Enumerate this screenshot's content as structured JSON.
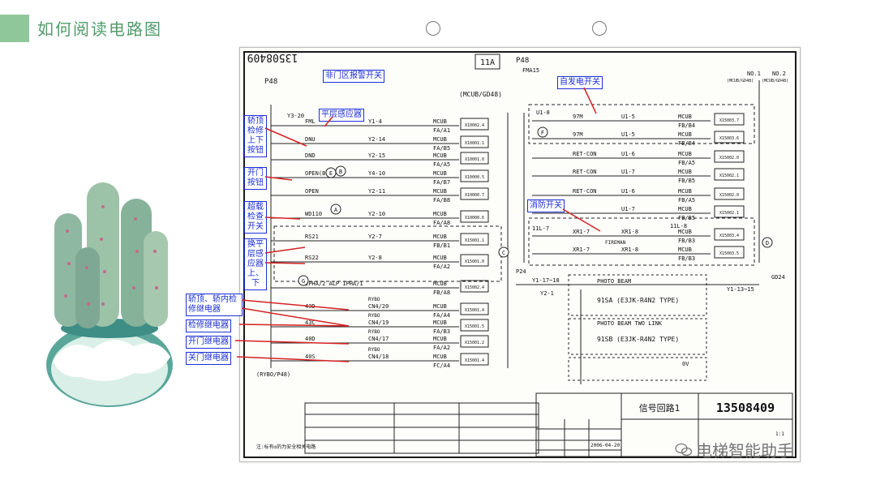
{
  "slide": {
    "title": "如何阅读电路图",
    "accent_color": "#8fc79a",
    "title_color": "#4f9c6a"
  },
  "drawing": {
    "drawing_number_rotated": "13508409",
    "page_tag": "11A",
    "power_left": "P48",
    "power_right_top": "P48",
    "fuse_label": "FMA15",
    "controller_left": "(MCUB/GD48)",
    "controller_right_top_1": "NO.1",
    "controller_right_top_2": "NO.2",
    "controller_right_sub_1": "(MCUB/GD48)",
    "controller_right_sub_2": "(MCUB/GD48)",
    "y_line": "Y3-20",
    "bottom_ref": "(RYBO/P48)",
    "p24": "P24",
    "gd24": "GD24",
    "left_rows": [
      {
        "contact": "FML",
        "wire": "Y1-4",
        "bus": "MCUB",
        "io": "FA/A1",
        "addr": "X10002.4"
      },
      {
        "contact": "DNU",
        "wire": "Y2-14",
        "bus": "MCUB",
        "io": "FA/B5",
        "addr": "X10001.1"
      },
      {
        "contact": "DND",
        "wire": "Y2-15",
        "bus": "MCUB",
        "io": "FA/A5",
        "addr": "X10001.0"
      },
      {
        "contact": "OPEN(B)",
        "wire": "Y4-10",
        "bus": "MCUB",
        "io": "FA/B7",
        "addr": "X10000.5"
      },
      {
        "contact": "OPEN",
        "wire": "Y2-11",
        "bus": "MCUB",
        "io": "FA/B8",
        "addr": "X10000.7"
      },
      {
        "contact": "WD110",
        "wire": "Y2-10",
        "bus": "MCUB",
        "io": "FA/A8",
        "addr": "X10000.6"
      },
      {
        "contact": "RS21",
        "wire": "Y2-7",
        "bus": "MCUB",
        "io": "FB/B1",
        "addr": "X15001.1"
      },
      {
        "contact": "RS22",
        "wire": "Y2-8",
        "bus": "MCUB",
        "io": "FA/A2",
        "addr": "X15001.0"
      },
      {
        "contact": "IPHA/2  ALP  IPHA/1",
        "wire": "",
        "bus": "MCUB",
        "io": "FB/A8",
        "addr": "X15002.4"
      },
      {
        "contact": "43D",
        "wire": "CN4/20",
        "bus": "MCUB",
        "io": "FA/A4",
        "addr": "X15001.4"
      },
      {
        "contact": "43C",
        "wire": "CN4/19",
        "bus": "MCUB",
        "io": "FA/B3",
        "addr": "X15001.5"
      },
      {
        "contact": "40D",
        "wire": "CN4/17",
        "bus": "MCUB",
        "io": "FA/A2",
        "addr": "X15001.2"
      },
      {
        "contact": "40S",
        "wire": "CN4/18",
        "bus": "MCUB",
        "io": "FC/A4",
        "addr": "X15001.4"
      }
    ],
    "relay_label": "RYBO",
    "right_rows": [
      {
        "contact": "97M",
        "wire": "U1-5",
        "bus": "MCUB",
        "io": "FB/B4",
        "addr": "X15003.7"
      },
      {
        "contact": "97M",
        "wire": "U1-5",
        "bus": "MCUB",
        "io": "FB/B4",
        "addr": "X15003.6"
      },
      {
        "contact": "RET-CON",
        "wire": "U1-6",
        "bus": "MCUB",
        "io": "FB/A5",
        "addr": "X15002.0"
      },
      {
        "contact": "RET-CON",
        "wire": "U1-7",
        "bus": "MCUB",
        "io": "FB/B5",
        "addr": "X15002.1"
      },
      {
        "contact": "RET-CON",
        "wire": "U1-6",
        "bus": "MCUB",
        "io": "FB/A5",
        "addr": "X15002.0"
      },
      {
        "contact": "",
        "wire": "U1-7",
        "bus": "MCUB",
        "io": "FB/B5",
        "addr": "X15002.1"
      },
      {
        "contact": "XR1-7",
        "wire": "XR1-8",
        "bus": "MCUB",
        "io": "FB/B3",
        "addr": "X15003.4"
      },
      {
        "contact": "XR1-7",
        "wire": "XR1-8",
        "bus": "MCUB",
        "io": "FB/B3",
        "addr": "X15003.5"
      }
    ],
    "u1_8": "U1-8",
    "l11_7": "11L-7",
    "l11_8": "11L-8",
    "fireman": "FIREMAN",
    "photo1_title": "PHOTO BEAM",
    "photo1_model": "91SA (E3JK-R4N2 TYPE)",
    "photo2_title": "PHOTO BEAM TWO LINK",
    "photo2_model": "91SB (E3JK-R4N2 TYPE)",
    "y_left": "Y1-17~18",
    "y_left2": "Y2-1",
    "y_right": "Y1-13~15",
    "ov": "0V",
    "circle_marks": [
      "A",
      "B",
      "C",
      "D",
      "E",
      "F",
      "G"
    ],
    "legend_note": "注:标有◎的为安全相关电路",
    "title_block_name": "信号回路1",
    "title_block_number": "13508409",
    "title_block_date": "2006-04-20",
    "title_block_scale": "1:1"
  },
  "callouts": [
    {
      "text": "非门区报警开关"
    },
    {
      "text": "平层感应器"
    },
    {
      "text": "轿顶检修上下按钮"
    },
    {
      "text": "开门按钮"
    },
    {
      "text": "超载检查开关"
    },
    {
      "text": "换平层感应器上、下"
    },
    {
      "text": "自发电开关"
    },
    {
      "text": "消防开关"
    },
    {
      "text": "轿顶、轿内检修继电器"
    },
    {
      "text": "检修继电器"
    },
    {
      "text": "开门继电器"
    },
    {
      "text": "关门继电器"
    }
  ],
  "watermark": {
    "text": "电梯智能助手"
  }
}
